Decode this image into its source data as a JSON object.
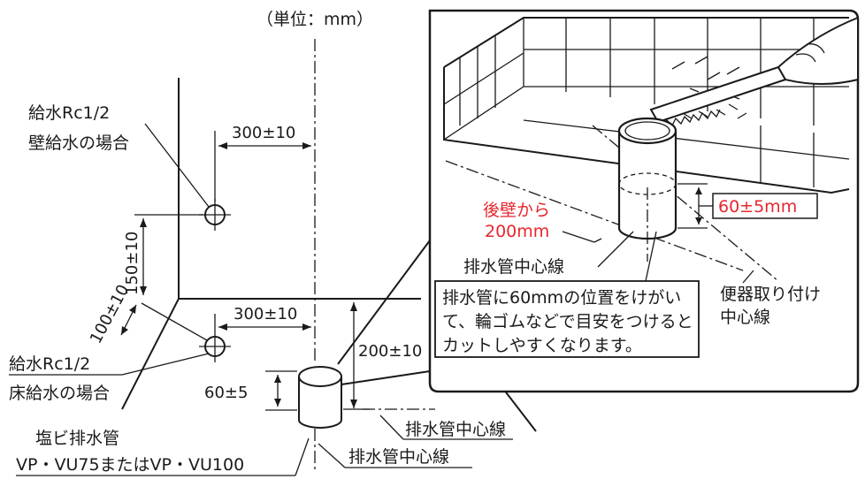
{
  "unit": "（単位：mm）",
  "labels": {
    "supply_wall_1": "給水Rc1/2",
    "supply_wall_2": "壁給水の場合",
    "supply_floor_1": "給水Rc1/2",
    "supply_floor_2": "床給水の場合",
    "pvc_1": "塩ビ排水管",
    "pvc_2": "VP・VU75またはVP・VU100",
    "drain_center_a": "排水管中心線",
    "drain_center_b": "排水管中心線",
    "drain_center_c": "排水管中心線",
    "toilet_center_1": "便器取り付け",
    "toilet_center_2": "中心線",
    "rear_wall_1": "後壁から",
    "rear_wall_2": "200mm",
    "cut_mark": "60±5mm"
  },
  "dimensions": {
    "d300_top": "300±10",
    "d300_bottom": "300±10",
    "d150": "150±10",
    "d100": "100±10",
    "d200": "200±10",
    "d60": "60±5"
  },
  "note": {
    "line1": "排水管に60mmの位置をけがい",
    "line2": "て、輪ゴムなどで目安をつけると",
    "line3": "カットしやすくなります。"
  },
  "colors": {
    "accent": "#e8262e",
    "ink": "#1a1a1a"
  }
}
